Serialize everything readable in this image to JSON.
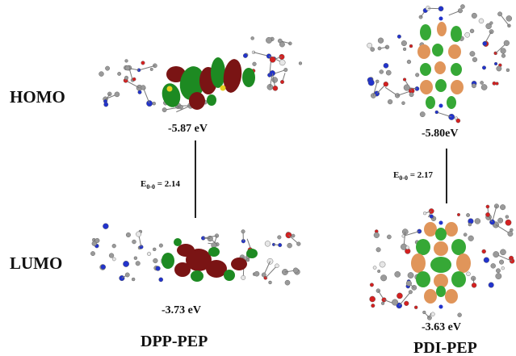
{
  "rows": {
    "homo": "HOMO",
    "lumo": "LUMO"
  },
  "dpp": {
    "name": "DPP-PEP",
    "homo_energy": "-5.87 eV",
    "lumo_energy": "-3.73 eV",
    "gap_symbol": "E",
    "gap_subscript": "0-0",
    "gap_value": "= 2.14"
  },
  "pdi": {
    "name": "PDI-PEP",
    "homo_energy": "-5.80eV",
    "lumo_energy": "-3.63 eV",
    "gap_symbol": "E",
    "gap_subscript": "0-0",
    "gap_value": "= 2.17"
  },
  "colors": {
    "dpp_lobe_red": "#7a1414",
    "dpp_lobe_green": "#1d8a22",
    "pdi_lobe_orange": "#e0955a",
    "pdi_lobe_green": "#36a836",
    "atom_grey": "#9a9a9a",
    "atom_red": "#d42020",
    "atom_blue": "#2233cc",
    "atom_yellow": "#e8d020"
  }
}
